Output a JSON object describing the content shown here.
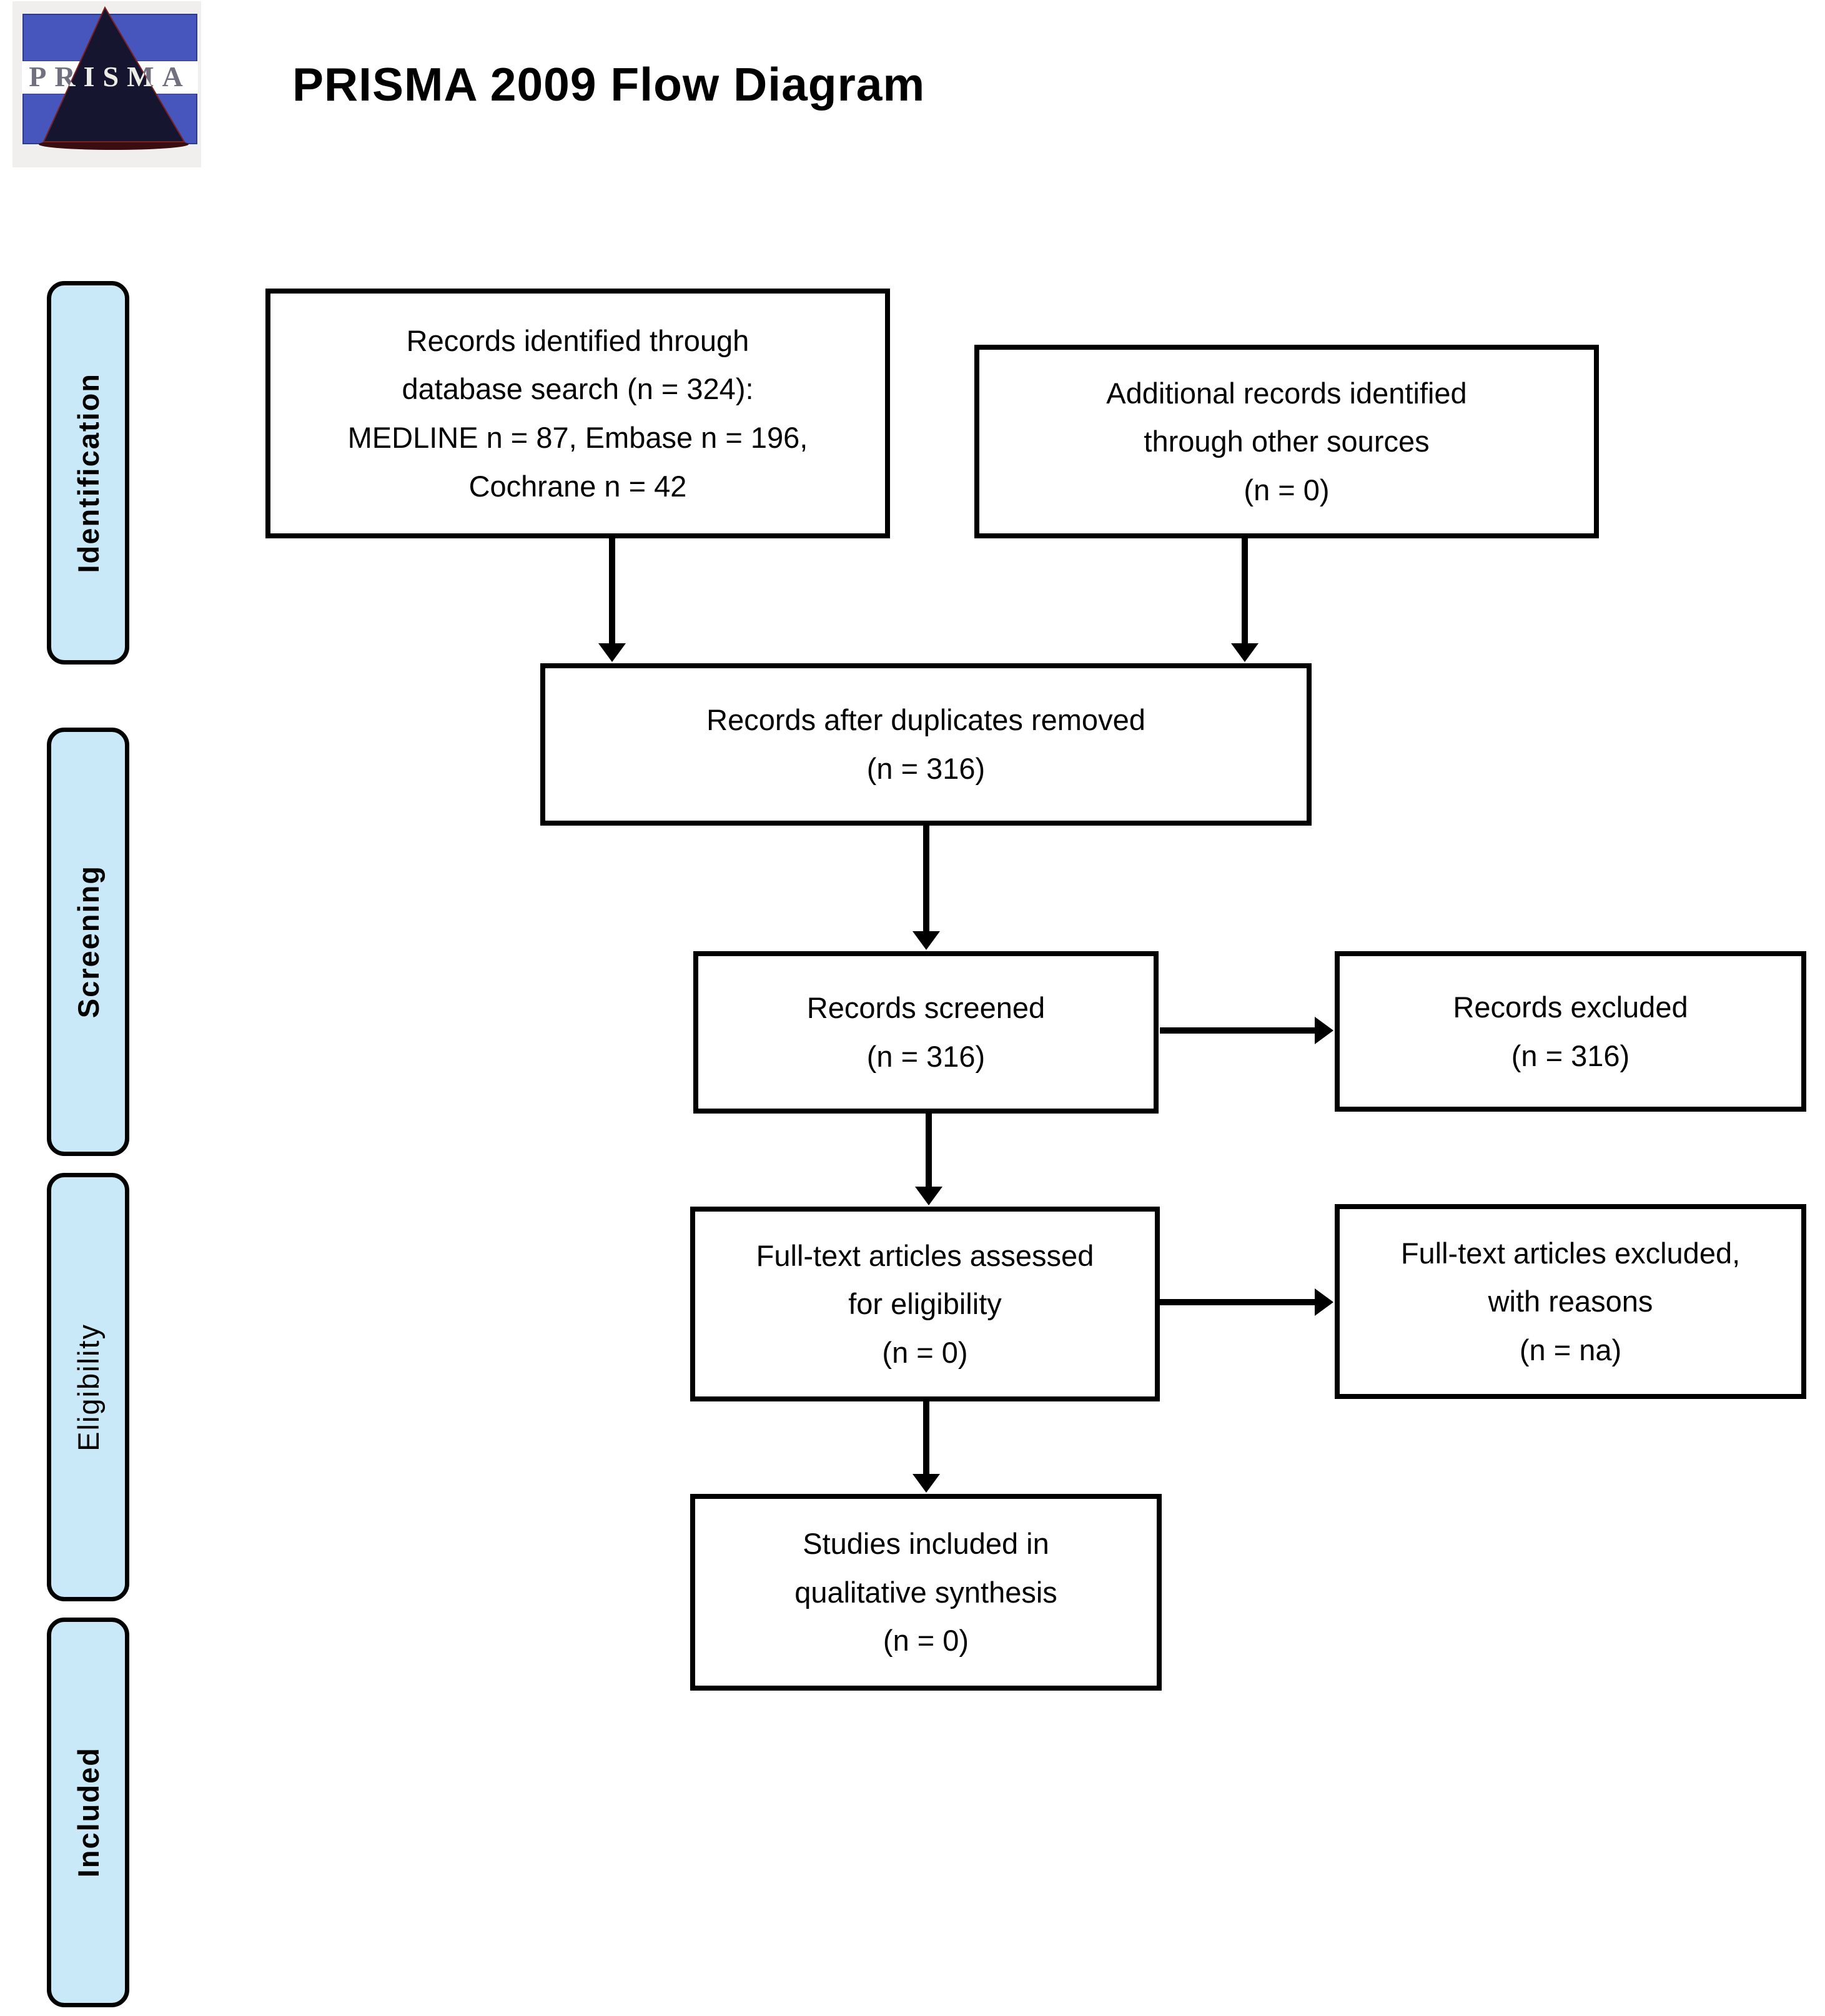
{
  "header": {
    "logo_text": "PRISMA",
    "title": "PRISMA 2009 Flow Diagram"
  },
  "sidebar": {
    "items": [
      {
        "label": "Identification"
      },
      {
        "label": "Screening"
      },
      {
        "label": "Eligibility"
      },
      {
        "label": "Included"
      }
    ]
  },
  "flow": {
    "boxes": [
      {
        "id": "records-identified",
        "text": "Records identified through\ndatabase search (n = 324):\nMEDLINE n = 87, Embase n = 196,\nCochrane n = 42"
      },
      {
        "id": "additional-records",
        "text": "Additional records identified\nthrough other sources\n(n = 0)"
      },
      {
        "id": "after-duplicates",
        "text": "Records after duplicates removed\n(n = 316)"
      },
      {
        "id": "records-screened",
        "text": "Records screened\n(n = 316)"
      },
      {
        "id": "records-excluded",
        "text": "Records excluded\n(n = 316)"
      },
      {
        "id": "fulltext-assessed",
        "text": "Full-text articles assessed\nfor eligibility\n(n = 0)"
      },
      {
        "id": "fulltext-excluded",
        "text": "Full-text articles excluded,\nwith reasons\n(n = na)"
      },
      {
        "id": "studies-included",
        "text": "Studies included in\nqualitative synthesis\n(n = 0)"
      }
    ]
  },
  "colors": {
    "stage_fill": "#C9E9F8",
    "box_fill": "#FFFFFF",
    "border": "#000000",
    "logo_blue": "#4656BD",
    "logo_triangle": "#15152F"
  }
}
